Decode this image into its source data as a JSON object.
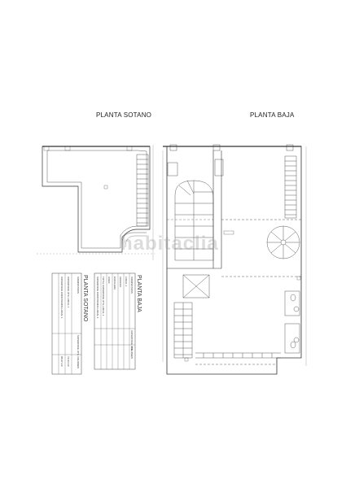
{
  "drawing": {
    "titles": {
      "sotano": "PLANTA SOTANO",
      "baja": "PLANTA BAJA"
    },
    "watermark": "habitaclia",
    "tables": {
      "sotano": {
        "title": "PLANTA SOTANO",
        "header": [
          "SUPERFICIE UTIL",
          "VOLUMEN",
          "SUMINISTROS"
        ],
        "rows": [
          [
            "SUPERFICIE UTIL LOCAL 1",
            "74,93 m2",
            ""
          ],
          [
            "SUPERFICIE CONSTRUIDA LOCAL 1",
            "88,97 m2",
            ""
          ]
        ]
      },
      "baja": {
        "title": "PLANTA BAJA",
        "header": [
          "SUPERFICIE UTIL",
          "VOLUMEN",
          "SUMINISTROS"
        ],
        "rows": [
          [
            "LOCAL 1",
            "",
            ""
          ],
          [
            "ACCESO",
            "",
            ""
          ],
          [
            "ESCALERA",
            "",
            ""
          ],
          [
            "ASEO",
            "",
            ""
          ],
          [
            "TOTAL SUPERFICIE UTIL LOCAL 1",
            "",
            ""
          ],
          [
            "SUPERFICIE CONSTRUIDA LOCAL 1",
            "",
            ""
          ]
        ]
      }
    }
  }
}
